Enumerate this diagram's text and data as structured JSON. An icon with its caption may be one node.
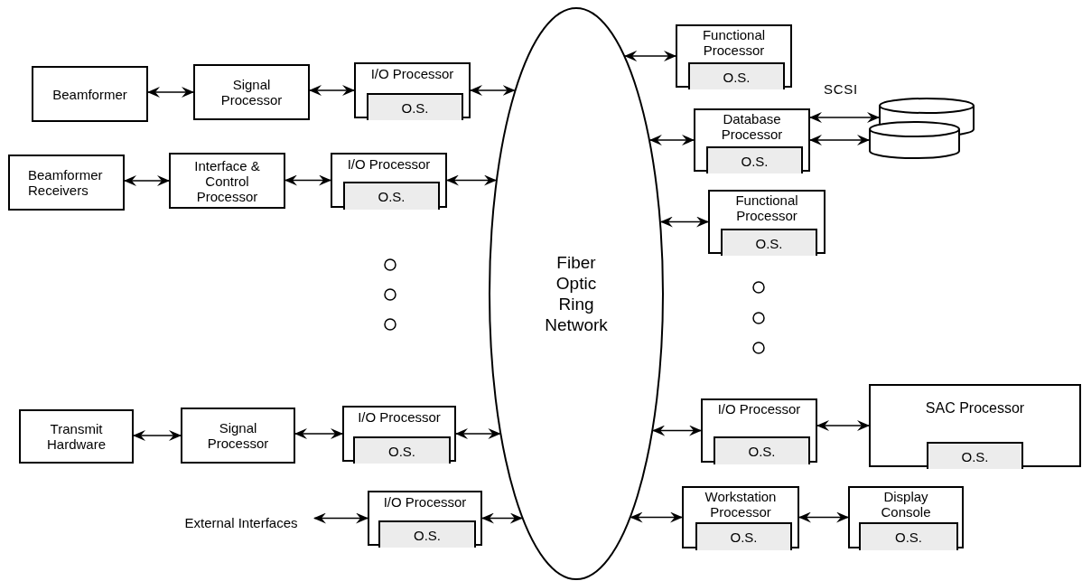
{
  "diagram": {
    "nodes": [
      {
        "text": [
          "Beamformer"
        ]
      },
      {
        "text": [
          "Signal Processor"
        ]
      },
      {
        "text": [
          "I/O Processor"
        ]
      },
      {
        "text": [
          "O.S."
        ],
        "in": 2
      },
      {
        "text": [
          "Beamformer Receivers"
        ]
      },
      {
        "text": [
          "Interface & Control Processor"
        ]
      },
      {
        "text": [
          "I/O Processor"
        ]
      },
      {
        "text": [
          "O.S."
        ],
        "in": 6
      },
      {
        "text": [
          "Fiber Optic Ring Network"
        ]
      },
      {
        "text": [
          "Functional Processor"
        ]
      },
      {
        "text": [
          "O.S."
        ],
        "in": 9
      },
      {
        "text": [
          "Database Processor"
        ]
      },
      {
        "text": [
          "O.S."
        ],
        "in": 11
      },
      {
        "text": [],
        "shape": "cylinder"
      },
      {
        "text": [],
        "shape": "cylinder"
      },
      {
        "text": [
          "Functional Processor"
        ]
      },
      {
        "text": [
          "O.S."
        ],
        "in": 15
      },
      {
        "text": [
          "Transmit Hardware"
        ]
      },
      {
        "text": [
          "Signal Processor"
        ]
      },
      {
        "text": [
          "I/O Processor"
        ]
      },
      {
        "text": [
          "O.S."
        ],
        "in": 19
      },
      {
        "text": [
          "External Interfaces"
        ]
      },
      {
        "text": [
          "I/O Processor"
        ]
      },
      {
        "text": [
          "O.S."
        ],
        "in": 22
      },
      {
        "text": [
          "I/O Processor"
        ]
      },
      {
        "text": [
          "O.S."
        ],
        "in": 24
      },
      {
        "text": [
          "SAC Processor"
        ]
      },
      {
        "text": [
          "O.S."
        ],
        "in": 26
      },
      {
        "text": [
          "Workstation Processor"
        ]
      },
      {
        "text": [
          "O.S."
        ],
        "in": 28
      },
      {
        "text": [
          "Display Console"
        ]
      },
      {
        "text": [
          "O.S."
        ],
        "in": 30
      }
    ],
    "edges": [
      {
        "from": 0,
        "to": 1,
        "arrow": "both"
      },
      {
        "from": 1,
        "to": 2,
        "arrow": "both"
      },
      {
        "from": 2,
        "to": 8,
        "arrow": "both"
      },
      {
        "from": 4,
        "to": 5,
        "arrow": "both"
      },
      {
        "from": 5,
        "to": 6,
        "arrow": "both"
      },
      {
        "from": 6,
        "to": 8,
        "arrow": "both"
      },
      {
        "from": 8,
        "to": 9,
        "arrow": "both"
      },
      {
        "from": 8,
        "to": 11,
        "arrow": "both"
      },
      {
        "from": 11,
        "to": 13,
        "arrow": "both"
      },
      {
        "from": 11,
        "to": 14,
        "arrow": "both"
      },
      {
        "from": 8,
        "to": 15,
        "arrow": "both"
      },
      {
        "from": 17,
        "to": 18,
        "arrow": "both"
      },
      {
        "from": 18,
        "to": 19,
        "arrow": "both"
      },
      {
        "from": 19,
        "to": 8,
        "arrow": "both"
      },
      {
        "from": 21,
        "to": 22,
        "arrow": "both"
      },
      {
        "from": 22,
        "to": 8,
        "arrow": "both"
      },
      {
        "from": 8,
        "to": 24,
        "arrow": "both"
      },
      {
        "from": 24,
        "to": 26,
        "arrow": "both"
      },
      {
        "from": 8,
        "to": 28,
        "arrow": "both"
      },
      {
        "from": 28,
        "to": 30,
        "arrow": "both"
      }
    ],
    "labels": [
      "SCSI"
    ]
  }
}
